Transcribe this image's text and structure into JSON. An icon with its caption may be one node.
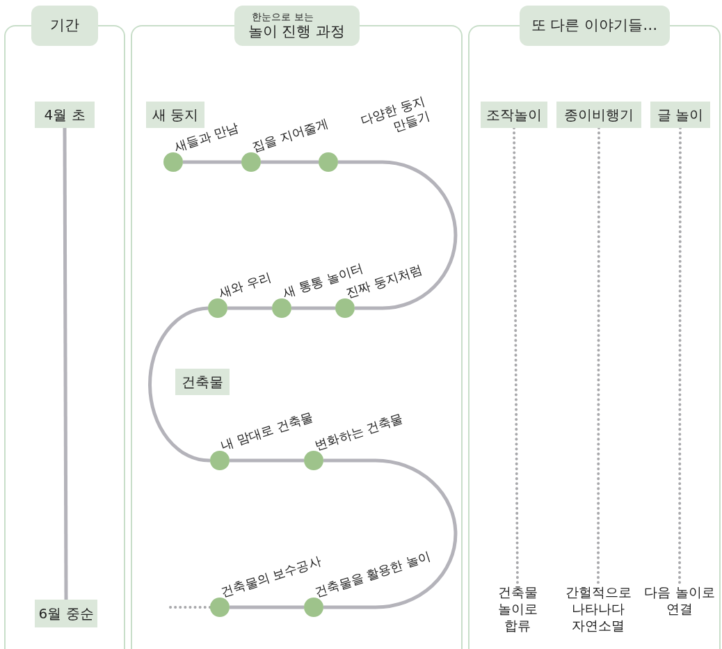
{
  "diagram": {
    "nodes": [
      {
        "text": [
          "기간"
        ]
      },
      {
        "text": [
          "한눈으로 보는",
          "놀이 진행 과정"
        ]
      },
      {
        "text": [
          "또 다른 이야기들…"
        ]
      },
      {
        "text": [
          "4월 초"
        ],
        "in": 0
      },
      {
        "text": [
          "6월 중순"
        ],
        "in": 0
      },
      {
        "text": [
          "새 둥지"
        ],
        "in": 1
      },
      {
        "text": [],
        "shape": "circle",
        "beside": [
          "새들과 만남"
        ],
        "in": 1
      },
      {
        "text": [],
        "shape": "circle",
        "beside": [
          "집을 지어줄게"
        ],
        "in": 1
      },
      {
        "text": [],
        "shape": "circle",
        "beside": [
          "다양한 둥지 만들기"
        ],
        "in": 1
      },
      {
        "text": [],
        "shape": "circle",
        "beside": [
          "새와 우리"
        ],
        "in": 1
      },
      {
        "text": [],
        "shape": "circle",
        "beside": [
          "새 통통 놀이터"
        ],
        "in": 1
      },
      {
        "text": [],
        "shape": "circle",
        "beside": [
          "진짜 둥지처럼"
        ],
        "in": 1
      },
      {
        "text": [
          "건축물"
        ],
        "in": 1
      },
      {
        "text": [],
        "shape": "circle",
        "beside": [
          "내 맘대로 건축물"
        ],
        "in": 1
      },
      {
        "text": [],
        "shape": "circle",
        "beside": [
          "변화하는 건축물"
        ],
        "in": 1
      },
      {
        "text": [],
        "shape": "circle",
        "beside": [
          "건축물의 보수공사"
        ],
        "in": 1
      },
      {
        "text": [],
        "shape": "circle",
        "beside": [
          "건축물을 활용한 놀이"
        ],
        "in": 1
      },
      {
        "text": [
          "조작놀이"
        ],
        "in": 2
      },
      {
        "text": [
          "종이비행기"
        ],
        "in": 2
      },
      {
        "text": [
          "글 놀이"
        ],
        "in": 2
      },
      {
        "text": [
          "건축물 놀이로 합류"
        ],
        "in": 2
      },
      {
        "text": [
          "간헐적으로 나타나다 자연소멸"
        ],
        "in": 2
      },
      {
        "text": [
          "다음 놀이로 연결"
        ],
        "in": 2
      }
    ],
    "edges": [
      {
        "from": 3,
        "to": 4,
        "arrow": "none"
      },
      {
        "from": 6,
        "to": 7,
        "arrow": "none"
      },
      {
        "from": 7,
        "to": 8,
        "arrow": "none"
      },
      {
        "from": 8,
        "to": 11,
        "arrow": "none"
      },
      {
        "from": 11,
        "to": 10,
        "arrow": "none"
      },
      {
        "from": 10,
        "to": 9,
        "arrow": "none"
      },
      {
        "from": 9,
        "to": 13,
        "arrow": "none"
      },
      {
        "from": 13,
        "to": 14,
        "arrow": "none"
      },
      {
        "from": 14,
        "to": 16,
        "arrow": "none"
      },
      {
        "from": 16,
        "to": 15,
        "arrow": "none"
      },
      {
        "from": null,
        "to": 15,
        "arrow": "none",
        "style": "dashed"
      },
      {
        "from": 17,
        "to": 20,
        "arrow": "none",
        "style": "dashed"
      },
      {
        "from": 18,
        "to": 21,
        "arrow": "none",
        "style": "dashed"
      },
      {
        "from": 19,
        "to": 22,
        "arrow": "none",
        "style": "dashed"
      }
    ]
  }
}
